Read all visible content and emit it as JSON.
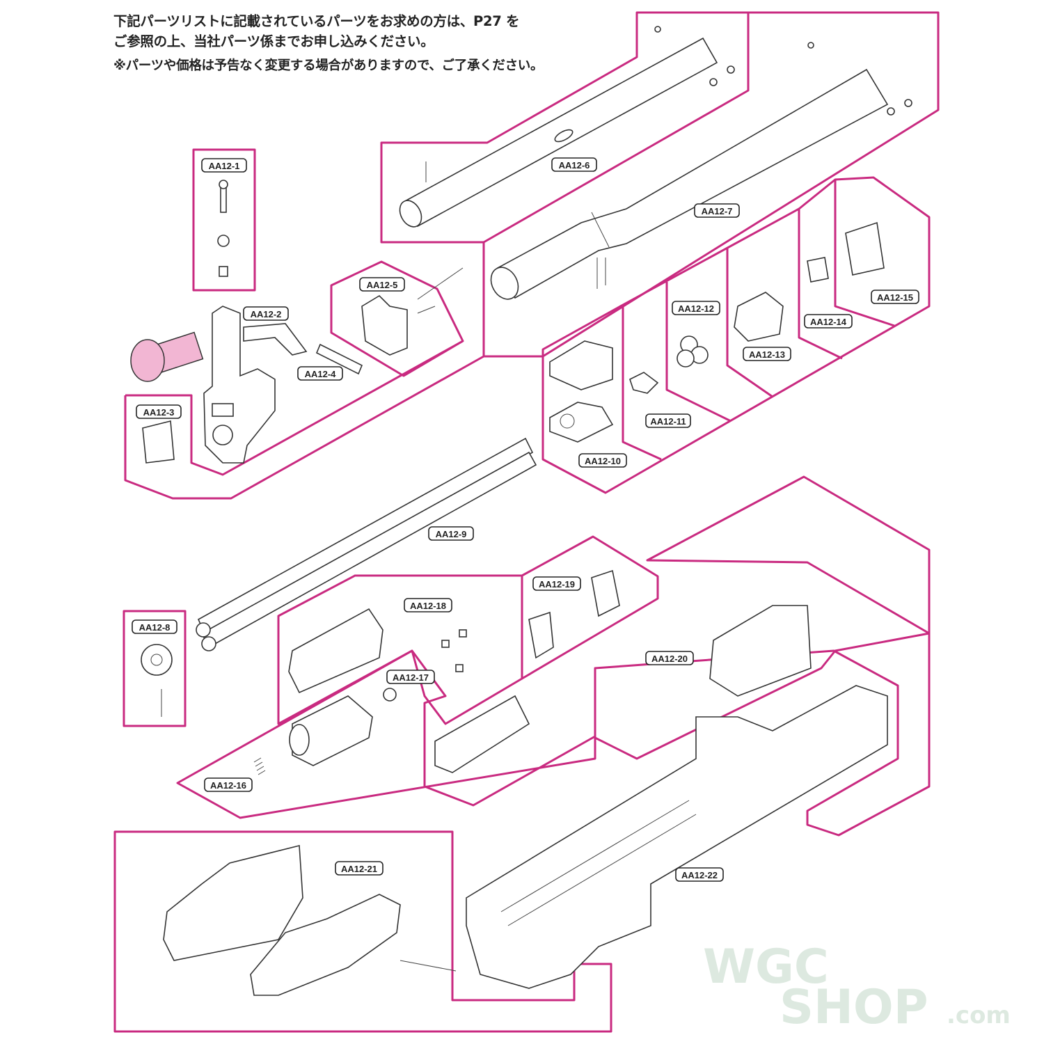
{
  "notes": {
    "line1": "下記パーツリストに記載されているパーツをお求めの方は、P27 を",
    "line2": "ご参照の上、当社パーツ係までお申し込みください。",
    "line3": "※パーツや価格は予告なく変更する場合がありますので、ご了承ください。"
  },
  "parts": [
    "AA12-1",
    "AA12-2",
    "AA12-3",
    "AA12-4",
    "AA12-5",
    "AA12-6",
    "AA12-7",
    "AA12-8",
    "AA12-9",
    "AA12-10",
    "AA12-11",
    "AA12-12",
    "AA12-13",
    "AA12-14",
    "AA12-15",
    "AA12-16",
    "AA12-17",
    "AA12-18",
    "AA12-19",
    "AA12-20",
    "AA12-21",
    "AA12-22"
  ],
  "watermark": {
    "line1": "WGC",
    "line2": "SHOP",
    "suffix": ".com"
  },
  "colors": {
    "group_outline": "#c92a80",
    "highlight_part": "#f2b6d3",
    "watermark": "#dde9e0"
  }
}
